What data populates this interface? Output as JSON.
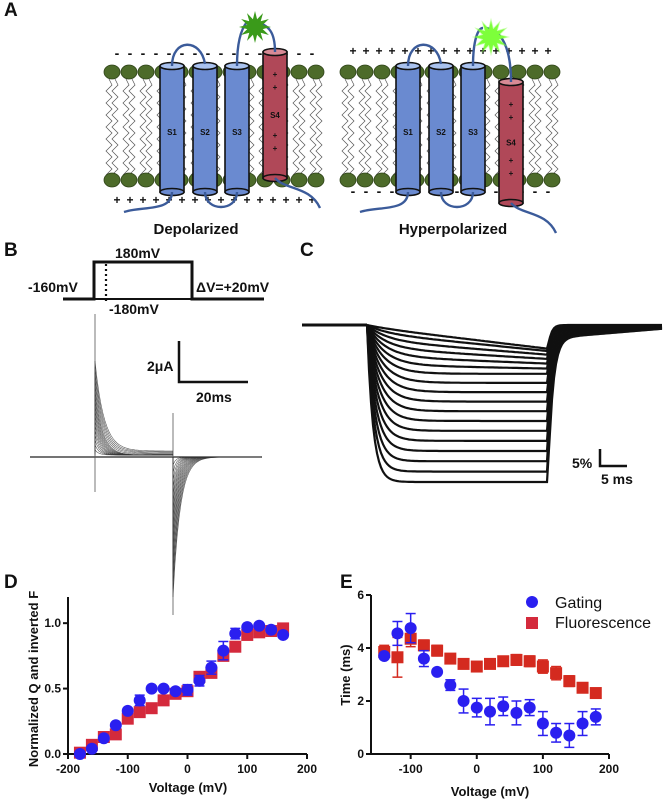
{
  "panels": {
    "A": {
      "letter": "A",
      "left": {
        "caption": "Depolarized",
        "segments": [
          "S1",
          "S2",
          "S3",
          "S4"
        ],
        "top_charge": "-",
        "bottom_charge": "+",
        "fluorophore_color": "#3a9a1a"
      },
      "right": {
        "caption": "Hyperpolarized",
        "segments": [
          "S1",
          "S2",
          "S3",
          "S4"
        ],
        "top_charge": "+",
        "bottom_charge": "-",
        "fluorophore_color": "#7dff3a"
      },
      "s4_charges": "+",
      "colors": {
        "helix_blue": "#6a8ad0",
        "helix_red": "#b04858",
        "lipid_head": "#4d6b2a",
        "loop": "#3b5b9a"
      }
    },
    "B": {
      "letter": "B",
      "protocol": {
        "hold_label": "-160mV",
        "top_label": "180mV",
        "bottom_label": "-180mV",
        "step_label": "ΔV=+20mV"
      },
      "scale_bar": {
        "y_label": "2μA",
        "x_label": "20ms"
      }
    },
    "C": {
      "letter": "C",
      "scale_bar": {
        "y_label": "5%",
        "x_label": "5 ms"
      },
      "trace_count": 18
    },
    "D": {
      "letter": "D"
    },
    "E": {
      "letter": "E"
    }
  },
  "chart_data": [
    {
      "id": "D",
      "type": "scatter",
      "title": "",
      "xlabel": "Voltage (mV)",
      "ylabel": "Normalized Q and inverted F",
      "xlim": [
        -200,
        200
      ],
      "ylim": [
        0,
        1.2
      ],
      "xticks": [
        "-200",
        "-100",
        "0",
        "100",
        "200"
      ],
      "yticks": [
        "0.0",
        "0.5",
        "1.0"
      ],
      "grid": false,
      "series": [
        {
          "name": "Fluorescence",
          "marker": "square",
          "color": "#d42a3c",
          "x": [
            -180,
            -160,
            -140,
            -120,
            -100,
            -80,
            -60,
            -40,
            -20,
            0,
            20,
            40,
            60,
            80,
            100,
            120,
            140,
            160
          ],
          "y": [
            0.01,
            0.07,
            0.13,
            0.15,
            0.27,
            0.32,
            0.35,
            0.41,
            0.46,
            0.48,
            0.59,
            0.62,
            0.75,
            0.82,
            0.91,
            0.93,
            0.94,
            0.96
          ],
          "err": [
            0,
            0,
            0,
            0,
            0,
            0,
            0,
            0,
            0,
            0,
            0,
            0,
            0,
            0,
            0,
            0,
            0,
            0
          ]
        },
        {
          "name": "Gating",
          "marker": "circle",
          "color": "#2a1ff0",
          "x": [
            -180,
            -160,
            -140,
            -120,
            -100,
            -80,
            -60,
            -40,
            -20,
            0,
            20,
            40,
            60,
            80,
            100,
            120,
            140,
            160
          ],
          "y": [
            0.0,
            0.04,
            0.12,
            0.22,
            0.33,
            0.41,
            0.5,
            0.5,
            0.48,
            0.49,
            0.56,
            0.66,
            0.79,
            0.92,
            0.97,
            0.98,
            0.95,
            0.91
          ],
          "err": [
            0,
            0,
            0,
            0,
            0,
            0.04,
            0,
            0,
            0,
            0.04,
            0.04,
            0.05,
            0.07,
            0.04,
            0,
            0,
            0,
            0
          ]
        }
      ]
    },
    {
      "id": "E",
      "type": "scatter",
      "title": "",
      "xlabel": "Voltage (mV)",
      "ylabel": "Time (ms)",
      "xlim": [
        -160,
        200
      ],
      "ylim": [
        0,
        6
      ],
      "xticks": [
        "-100",
        "0",
        "100",
        "200"
      ],
      "yticks": [
        "0",
        "2",
        "4",
        "6"
      ],
      "grid": false,
      "legend": {
        "position": "top-right",
        "entries": [
          "Gating",
          "Fluorescence"
        ]
      },
      "series": [
        {
          "name": "Fluorescence",
          "marker": "square",
          "color": "#d42a1f",
          "x": [
            -140,
            -120,
            -100,
            -80,
            -60,
            -40,
            -20,
            0,
            20,
            40,
            60,
            80,
            100,
            120,
            140,
            160,
            180
          ],
          "y": [
            3.85,
            3.65,
            4.35,
            4.1,
            3.9,
            3.6,
            3.4,
            3.3,
            3.4,
            3.5,
            3.55,
            3.5,
            3.3,
            3.05,
            2.75,
            2.5,
            2.3
          ],
          "err": [
            0.25,
            0.75,
            0.3,
            0.2,
            0.2,
            0.1,
            0.1,
            0.1,
            0.1,
            0.15,
            0.2,
            0.2,
            0.25,
            0.25,
            0.2,
            0.15,
            0.1
          ]
        },
        {
          "name": "Gating",
          "marker": "circle",
          "color": "#2a1ff0",
          "x": [
            -140,
            -120,
            -100,
            -80,
            -60,
            -40,
            -20,
            0,
            20,
            40,
            60,
            80,
            100,
            120,
            140,
            160,
            180
          ],
          "y": [
            3.7,
            4.55,
            4.75,
            3.6,
            3.1,
            2.6,
            2.0,
            1.75,
            1.6,
            1.8,
            1.55,
            1.75,
            1.15,
            0.8,
            0.7,
            1.15,
            1.4
          ],
          "err": [
            0,
            0.45,
            0.55,
            0.3,
            0,
            0.2,
            0.45,
            0.35,
            0.5,
            0.35,
            0.45,
            0.3,
            0.45,
            0.35,
            0.45,
            0.45,
            0.3
          ]
        }
      ]
    }
  ]
}
